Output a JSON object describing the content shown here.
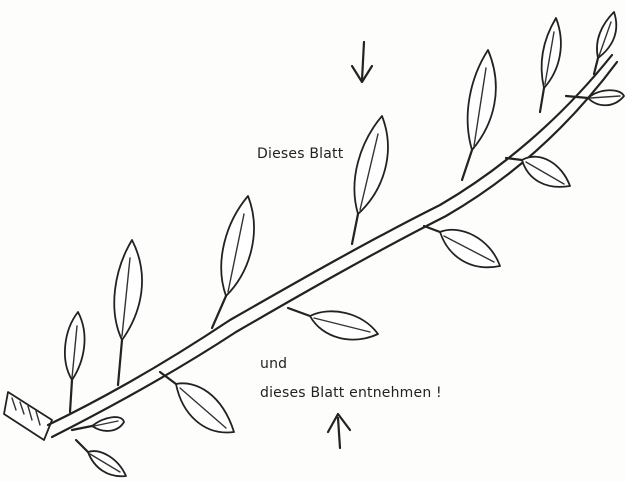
{
  "labels": {
    "top": "Dieses Blatt",
    "bottom_line1": "und",
    "bottom_line2": "dieses Blatt entnehmen !"
  },
  "colors": {
    "ink": "#222222",
    "paper": "#fdfdfb"
  },
  "icons": {
    "arrow_top": "down-arrow-icon",
    "arrow_bottom": "up-arrow-icon"
  }
}
